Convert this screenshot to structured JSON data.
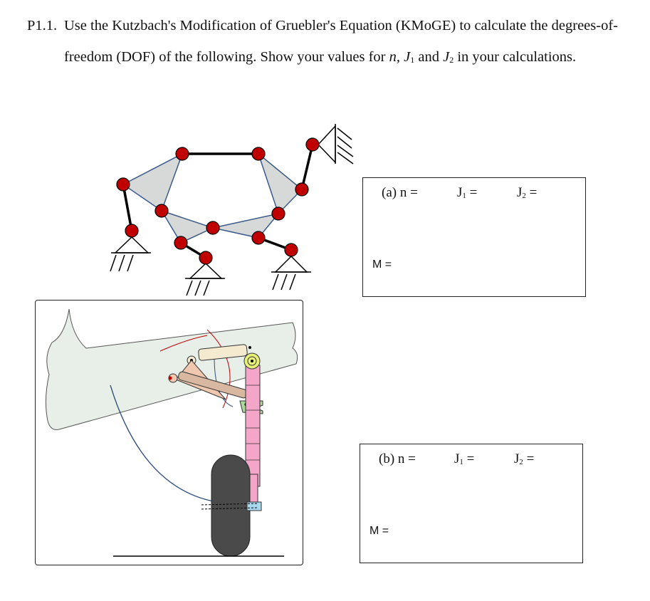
{
  "problem": {
    "number": "P1.1.",
    "text_1": "Use the Kutzbach's Modification of Gruebler's Equation (KMoGE) to calculate the degrees-of-freedom (DOF) of the following. Show your values for ",
    "var_n": "n,",
    "var_j": "J",
    "sub_1": "1",
    "text_and": " and ",
    "sub_2": "2",
    "text_end": " in your calculations."
  },
  "box_a": {
    "label_n": "(a) n =",
    "j": "J",
    "j1_sub": "1",
    "j2_sub": "2",
    "eq": " =",
    "m_label": "M ="
  },
  "box_b": {
    "label_n": "(b) n =",
    "j": "J",
    "j1_sub": "1",
    "j2_sub": "2",
    "eq": " =",
    "m_label": "M ="
  },
  "colors": {
    "joint": "#c00000",
    "link_fill": "#d6d9d8",
    "link_edge": "#3b5a8a",
    "wing": "#e8efe8",
    "strut": "#f4a6c8",
    "wheel": "#4a4a4a",
    "actuator": "#f3ead0"
  }
}
